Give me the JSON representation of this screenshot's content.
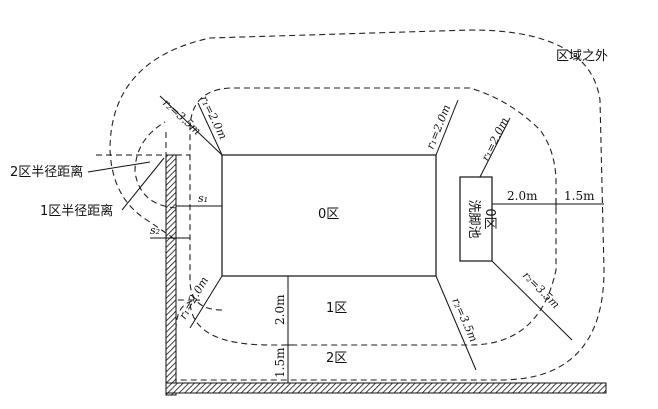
{
  "labels": {
    "outside": "区域之外",
    "zone0": "0区",
    "zone1": "1区",
    "zone2": "2区",
    "zone2_radius": "2区半径距离",
    "zone1_radius": "1区半径距离",
    "foot_pool_line1": "洗脚池",
    "foot_pool_line2": "0区"
  },
  "dimensions": {
    "r1_tl": "r₁=2.0m",
    "r2_tl": "r₂=3.5m",
    "r1_tr": "r₁=2.0m",
    "r1_pool": "r₁=2.0m",
    "r1_bl": "r₁=2.0m",
    "r2_bc": "r₂=3.5m",
    "r2_br": "r₂=3.5m",
    "s1": "s₁",
    "s2": "s₂",
    "dist_2m_right": "2.0m",
    "dist_15m_right": "1.5m",
    "dist_2m_bottom": "2.0m",
    "dist_15m_bottom": "1.5m"
  },
  "colors": {
    "line": "#111111",
    "background": "#ffffff"
  }
}
